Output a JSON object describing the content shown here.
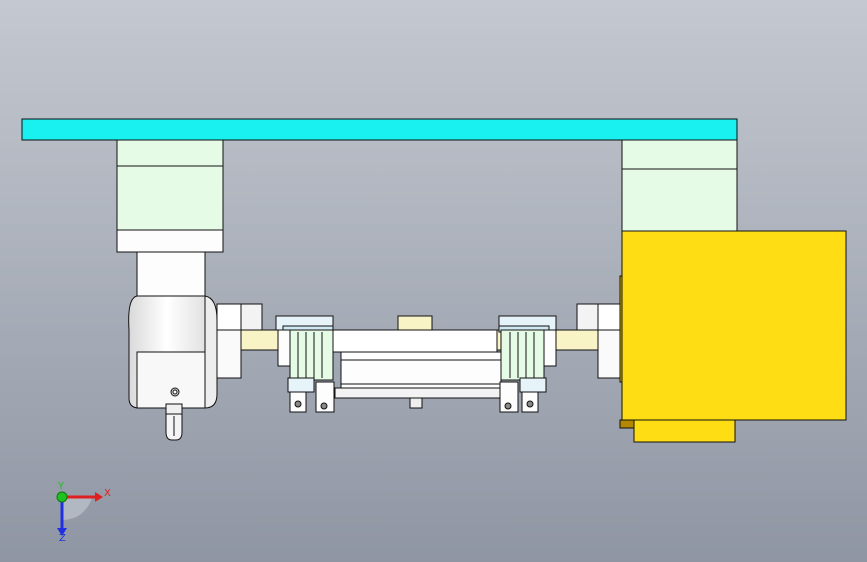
{
  "view": {
    "background_top": "#c4c8d0",
    "background_bottom": "#8f96a3"
  },
  "colors": {
    "cyan_beam": "#19f0f0",
    "pale_green": "#e6fbe6",
    "yellow": "#ffdd14",
    "cream": "#f9f4c6",
    "white_part": "#fdfdfd",
    "outline": "#111111"
  },
  "triad": {
    "x_label": "X",
    "y_label": "Y",
    "z_label": "Z",
    "x_color": "#e02020",
    "y_color": "#20c020",
    "z_color": "#2030e0"
  }
}
